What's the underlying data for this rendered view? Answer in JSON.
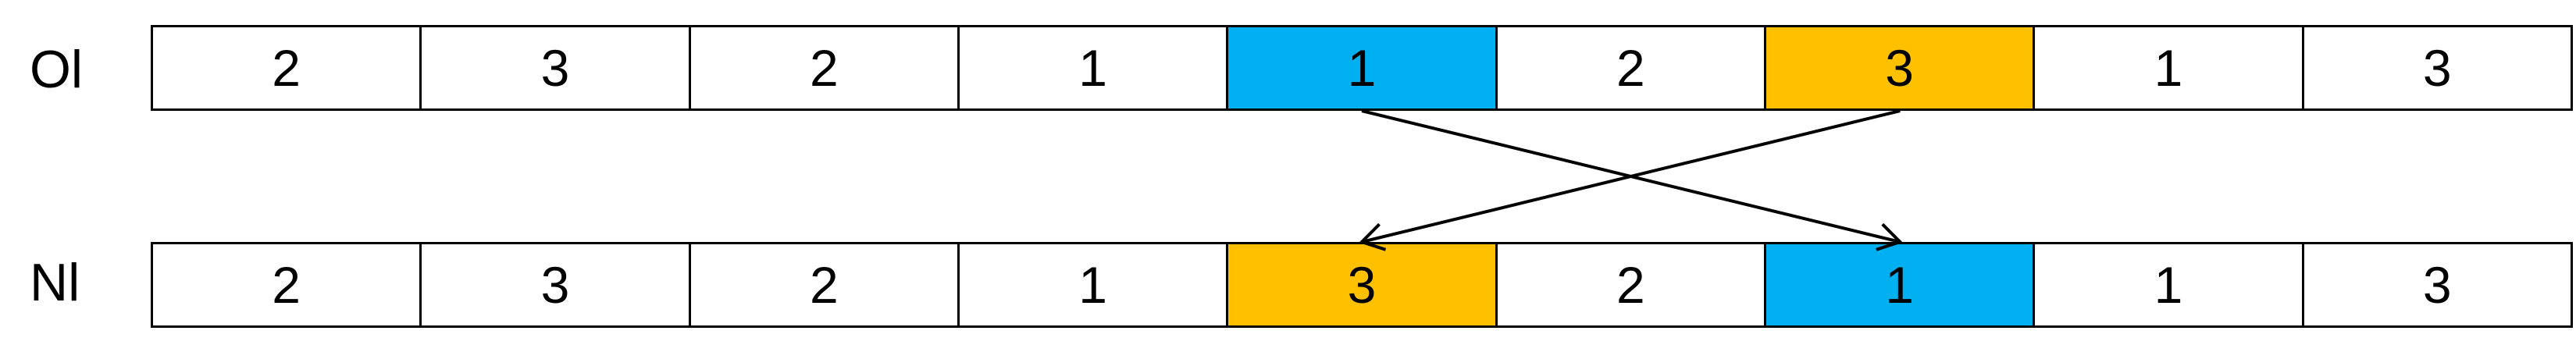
{
  "rows": [
    {
      "id": "ol",
      "label": "Ol",
      "cells": [
        {
          "value": "2",
          "color": "#ffffff"
        },
        {
          "value": "3",
          "color": "#ffffff"
        },
        {
          "value": "2",
          "color": "#ffffff"
        },
        {
          "value": "1",
          "color": "#ffffff"
        },
        {
          "value": "1",
          "color": "#00b0f0"
        },
        {
          "value": "2",
          "color": "#ffffff"
        },
        {
          "value": "3",
          "color": "#ffc000"
        },
        {
          "value": "1",
          "color": "#ffffff"
        },
        {
          "value": "3",
          "color": "#ffffff"
        }
      ]
    },
    {
      "id": "nl",
      "label": "Nl",
      "cells": [
        {
          "value": "2",
          "color": "#ffffff"
        },
        {
          "value": "3",
          "color": "#ffffff"
        },
        {
          "value": "2",
          "color": "#ffffff"
        },
        {
          "value": "1",
          "color": "#ffffff"
        },
        {
          "value": "3",
          "color": "#ffc000"
        },
        {
          "value": "2",
          "color": "#ffffff"
        },
        {
          "value": "1",
          "color": "#00b0f0"
        },
        {
          "value": "1",
          "color": "#ffffff"
        },
        {
          "value": "3",
          "color": "#ffffff"
        }
      ]
    }
  ],
  "swaps": [
    {
      "from_row": "ol",
      "from_index": 4,
      "to_row": "nl",
      "to_index": 6
    },
    {
      "from_row": "ol",
      "from_index": 6,
      "to_row": "nl",
      "to_index": 4
    }
  ],
  "colors": {
    "highlight_blue": "#00b0f0",
    "highlight_orange": "#ffc000",
    "stroke": "#000000"
  }
}
